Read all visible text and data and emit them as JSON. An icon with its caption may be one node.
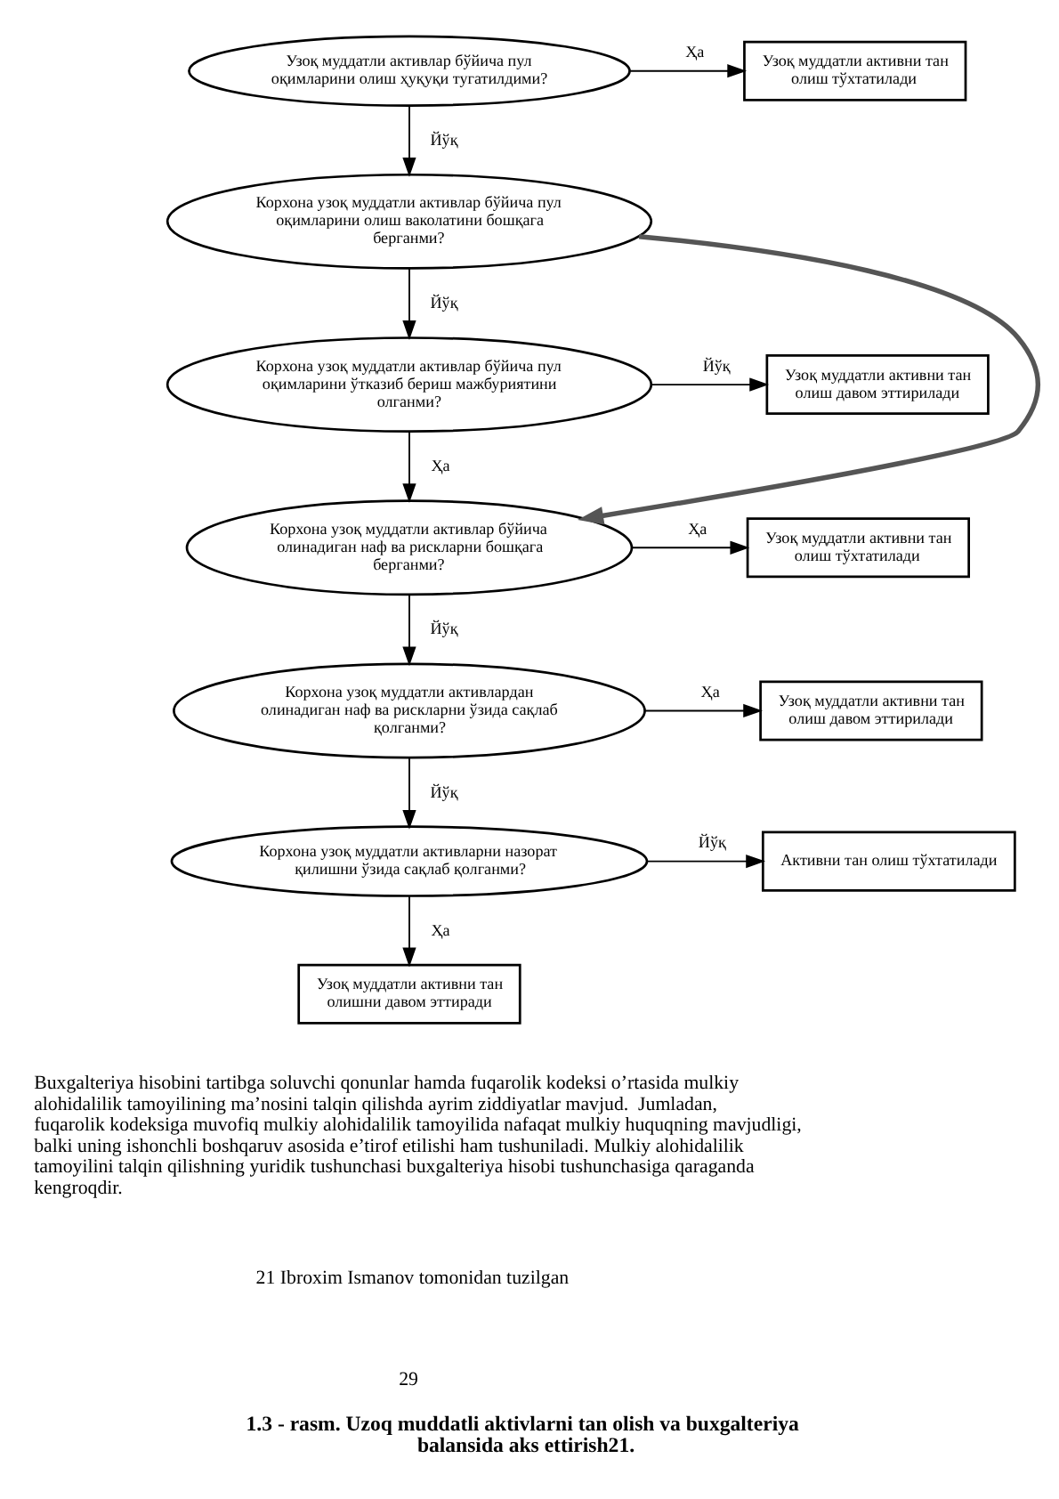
{
  "diagram": {
    "caption": "1.3 - rasm. Uzoq muddatli aktivlarni tan olish va buxgalteriya balansida aks ettirish21.",
    "nodes": [
      {
        "text": [
          "Узоқ муддатли активлар бўйича пул оқимларини олиш ҳуқуқи тугатилдими?"
        ]
      },
      {
        "text": [
          "Корхона узоқ муддатли активлар бўйича пул оқимларини олиш ваколатини бошқага берганми?"
        ]
      },
      {
        "text": [
          "Корхона узоқ муддатли активлар бўйича пул оқимларини ўтказиб бериш мажбуриятини олганми?"
        ]
      },
      {
        "text": [
          "Корхона узоқ муддатли активлар бўйича олинадиган наф ва рискларни бошқага берганми?"
        ]
      },
      {
        "text": [
          "Корхона узоқ муддатли активлардан олинадиган наф ва рискларни ўзида сақлаб қолганми?"
        ]
      },
      {
        "text": [
          "Корхона узоқ муддатли активларни назорат қилишни ўзида сақлаб қолганми?"
        ]
      },
      {
        "text": [
          "Узоқ муддатли активни тан олишни давом эттиради"
        ]
      },
      {
        "text": [
          "Узоқ муддатли активни тан олиш тўхтатилади"
        ]
      },
      {
        "text": [
          "Узоқ муддатли активни тан олиш давом эттирилади"
        ]
      },
      {
        "text": [
          "Узоқ муддатли активни тан олиш тўхтатилади"
        ]
      },
      {
        "text": [
          "Узоқ муддатли активни тан олиш давом эттирилади"
        ]
      },
      {
        "text": [
          "Активни тан олиш тўхтатилади"
        ]
      }
    ],
    "edges": [
      {
        "from": 0,
        "to": 1,
        "arrow": "to",
        "label": "Йўқ"
      },
      {
        "from": 1,
        "to": 2,
        "arrow": "to",
        "label": "Йўқ"
      },
      {
        "from": 2,
        "to": 3,
        "arrow": "to",
        "label": "Ҳа"
      },
      {
        "from": 3,
        "to": 4,
        "arrow": "to",
        "label": "Йўқ"
      },
      {
        "from": 4,
        "to": 5,
        "arrow": "to",
        "label": "Йўқ"
      },
      {
        "from": 5,
        "to": 6,
        "arrow": "to",
        "label": "Ҳа"
      },
      {
        "from": 0,
        "to": 7,
        "arrow": "to",
        "label": "Ҳа"
      },
      {
        "from": 2,
        "to": 8,
        "arrow": "to",
        "label": "Йўқ"
      },
      {
        "from": 3,
        "to": 9,
        "arrow": "to",
        "label": "Ҳа"
      },
      {
        "from": 4,
        "to": 10,
        "arrow": "to",
        "label": "Ҳа"
      },
      {
        "from": 5,
        "to": 11,
        "arrow": "to",
        "label": "Йўқ"
      },
      {
        "from": 1,
        "to": 3,
        "arrow": "to",
        "style": "thick"
      }
    ],
    "labels": [
      "Buxgalteriya hisobini tartibga soluvchi qonunlar hamda fuqarolik kodeksi o’rtasida mulkiy alohidalilik tamoyilining ma’nosini talqin qilishda ayrim ziddiyatlar mavjud.  Jumladan, fuqarolik kodeksiga muvofiq mulkiy alohidalilik tamoyilida nafaqat mulkiy huquqning mavjudligi, balki uning ishonchli boshqaruv asosida e’tirof etilishi ham tushuniladi. Mulkiy alohidalilik tamoyilini talqin qilishning yuridik tushunchasi buxgalteriya hisobi tushunchasiga qaraganda kengroqdir.",
      "21 Ibroxim Ismanov tomonidan tuzilgan",
      "29"
    ]
  }
}
